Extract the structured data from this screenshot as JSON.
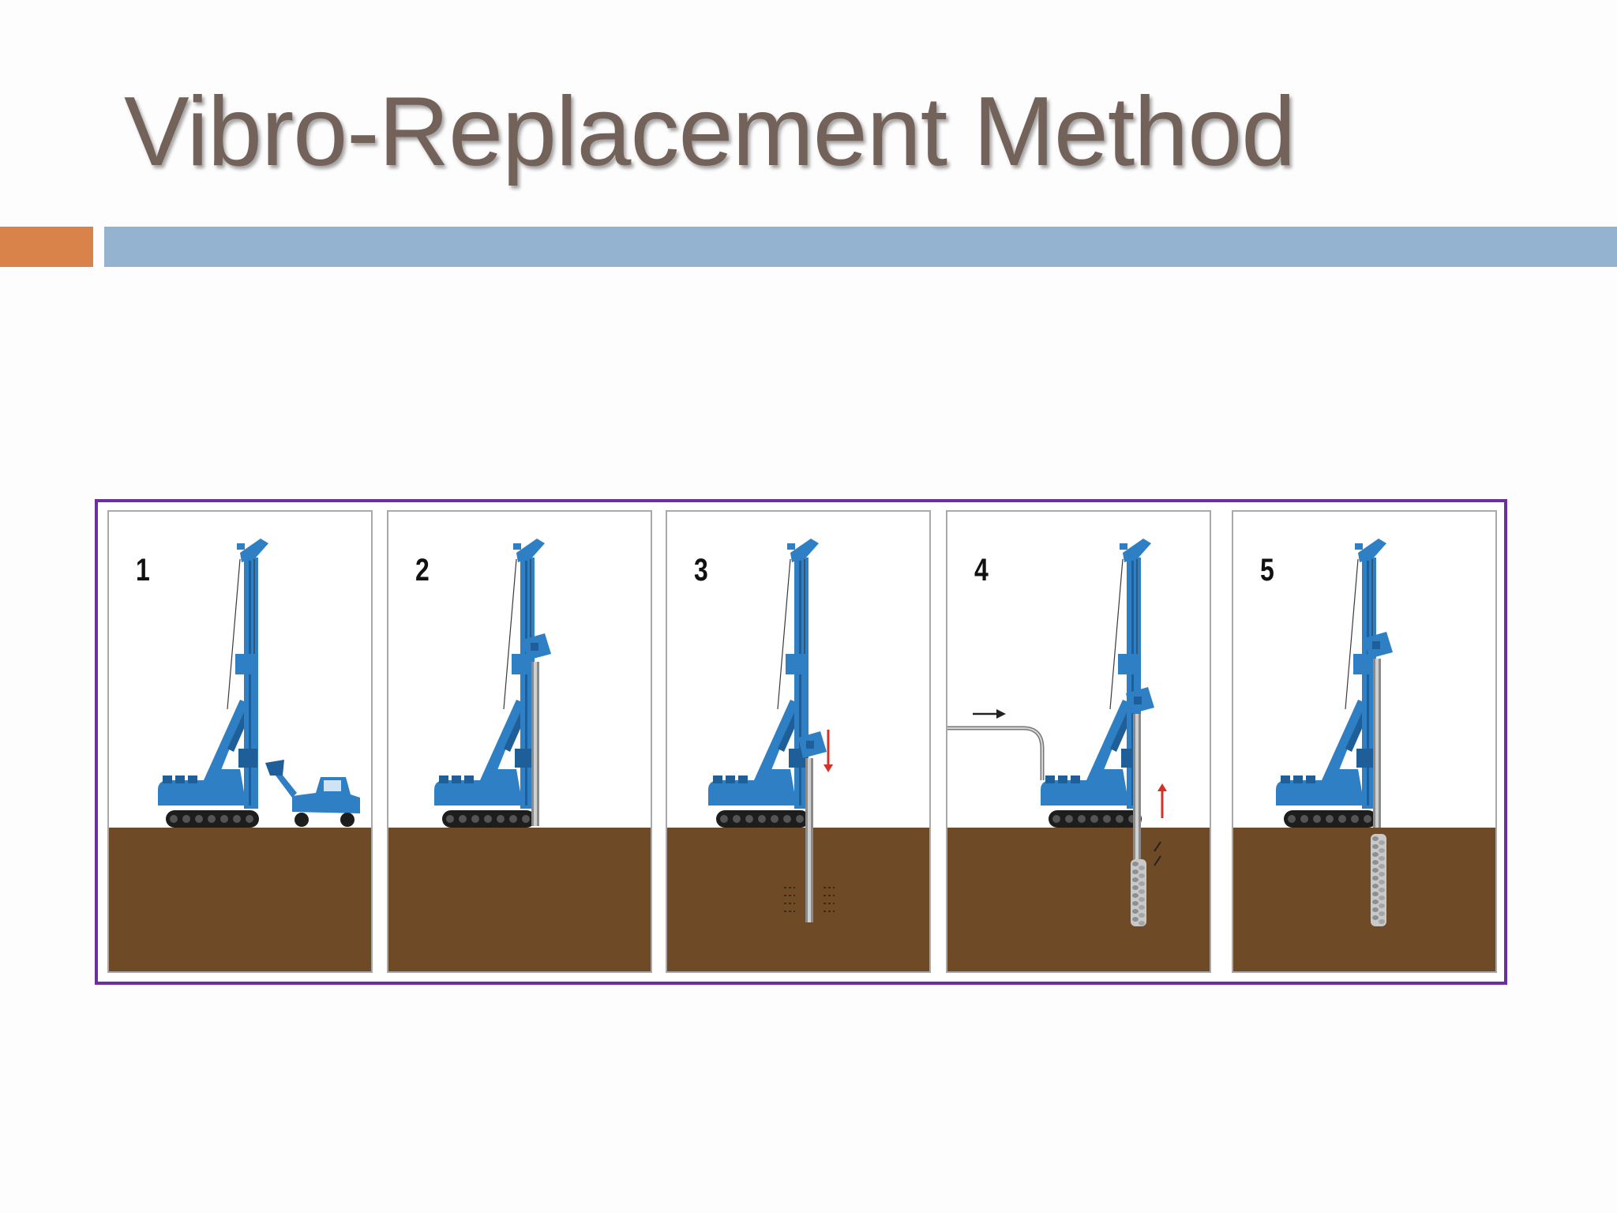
{
  "slide": {
    "title": "Vibro-Replacement Method",
    "accent_colors": {
      "title_text": "#73625a",
      "bar_orange": "#d9834a",
      "bar_blue": "#93b3d0",
      "frame": "#6c2fa0"
    }
  },
  "diagram": {
    "steps": [
      {
        "number": "1",
        "equipment": [
          "crawler-rig",
          "wheel-loader"
        ]
      },
      {
        "number": "2",
        "equipment": [
          "crawler-rig",
          "vibrator"
        ]
      },
      {
        "number": "3",
        "equipment": [
          "crawler-rig",
          "vibrator",
          "down-arrow"
        ]
      },
      {
        "number": "4",
        "equipment": [
          "crawler-rig",
          "feed-pipe",
          "right-arrow",
          "up-arrow",
          "stone-column"
        ]
      },
      {
        "number": "5",
        "equipment": [
          "crawler-rig",
          "stone-column"
        ]
      }
    ],
    "colors": {
      "machine": "#2f7fc4",
      "machine_dark": "#1f5f99",
      "soil": "#6e4a26",
      "arrow_red": "#d6302a",
      "track": "#1d1d1d",
      "stone": "#c9c9c9"
    }
  }
}
